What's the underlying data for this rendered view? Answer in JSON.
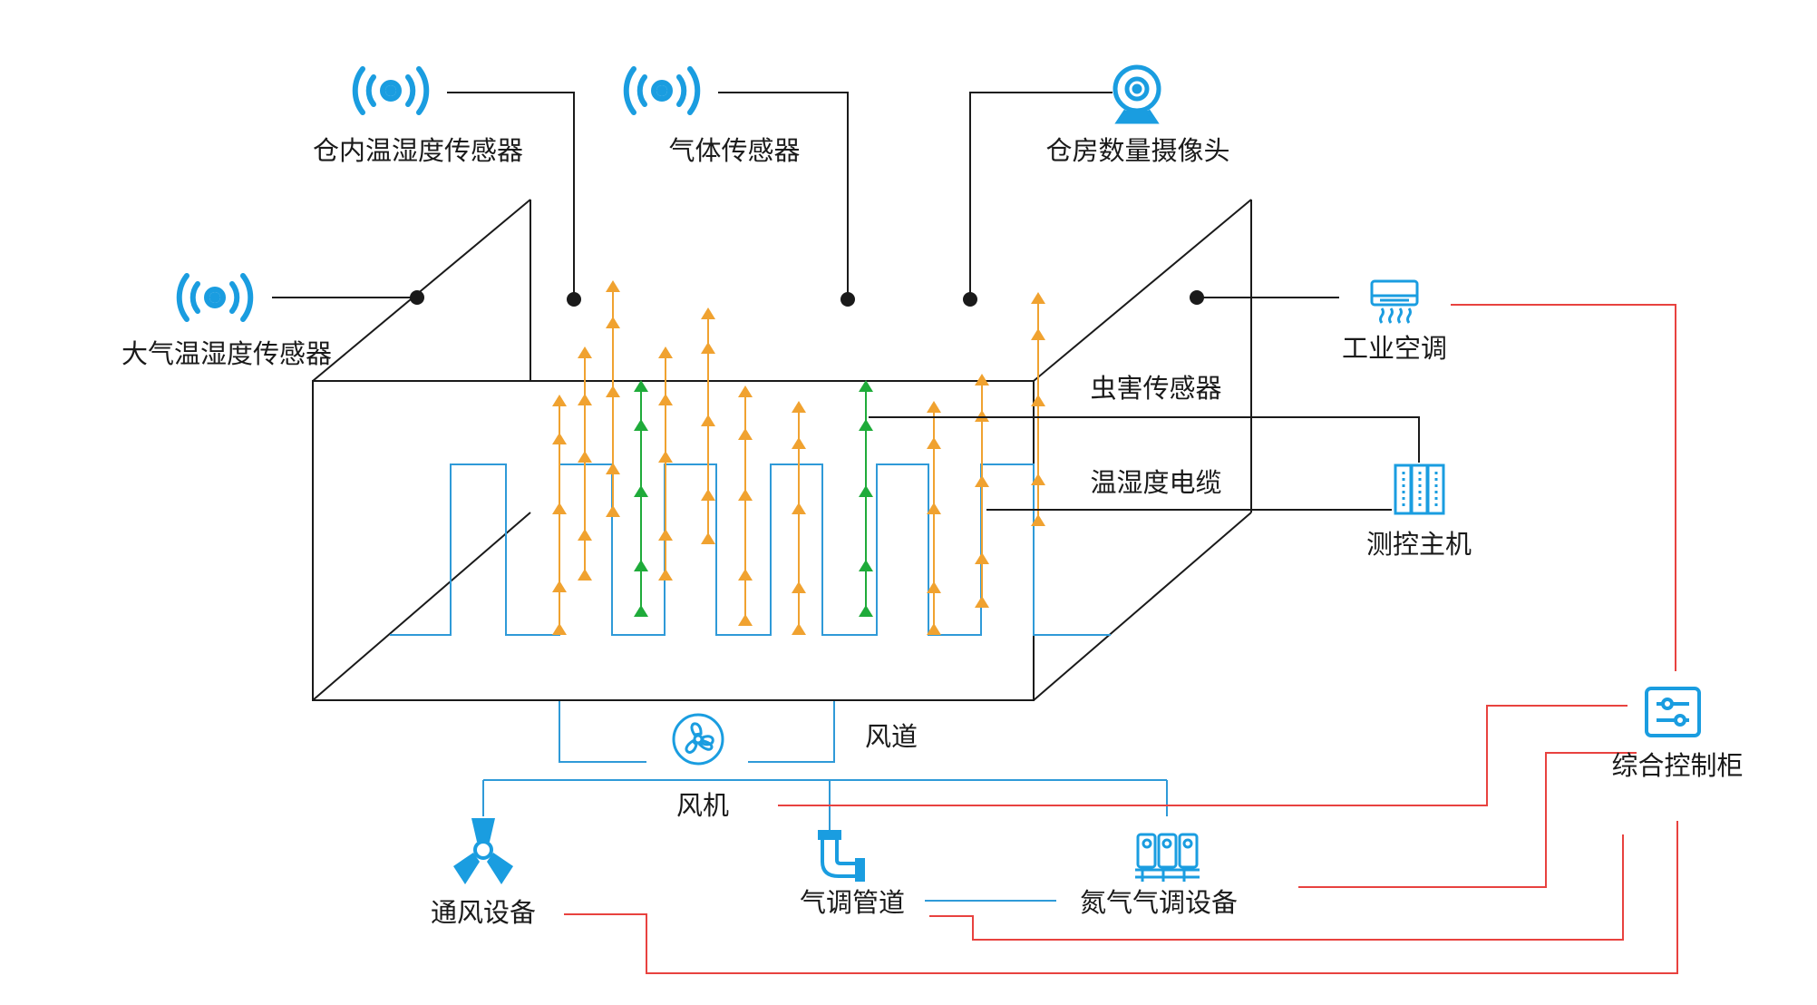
{
  "colors": {
    "line_black": "#1a1a1a",
    "icon_blue": "#1a9de0",
    "pipe_blue": "#2f9ad8",
    "orange_arrow": "#f0a230",
    "green_arrow": "#1fab3a",
    "red_line": "#e8423f"
  },
  "labels": {
    "warehouse_th_sensor": "仓内温湿度传感器",
    "gas_sensor": "气体传感器",
    "warehouse_camera": "仓房数量摄像头",
    "atmos_th_sensor": "大气温湿度传感器",
    "industrial_ac": "工业空调",
    "pest_sensor": "虫害传感器",
    "th_cable": "温湿度电缆",
    "monitor_host": "测控主机",
    "air_duct": "风道",
    "fan": "风机",
    "control_cabinet": "综合控制柜",
    "ventilation_equipment": "通风设备",
    "ca_pipeline": "气调管道",
    "nitrogen_ca_equipment": "氮气气调设备"
  },
  "icons": {
    "warehouse_th_sensor": "wireless-signal-icon",
    "gas_sensor": "wireless-signal-icon",
    "atmos_th_sensor": "wireless-signal-icon",
    "warehouse_camera": "webcam-icon",
    "industrial_ac": "air-conditioner-icon",
    "monitor_host": "server-rack-icon",
    "fan": "fan-icon",
    "control_cabinet": "control-panel-icon",
    "ventilation_equipment": "ventilation-fan-icon",
    "ca_pipeline": "pipe-elbow-icon",
    "nitrogen_ca_equipment": "gas-cylinders-icon"
  }
}
